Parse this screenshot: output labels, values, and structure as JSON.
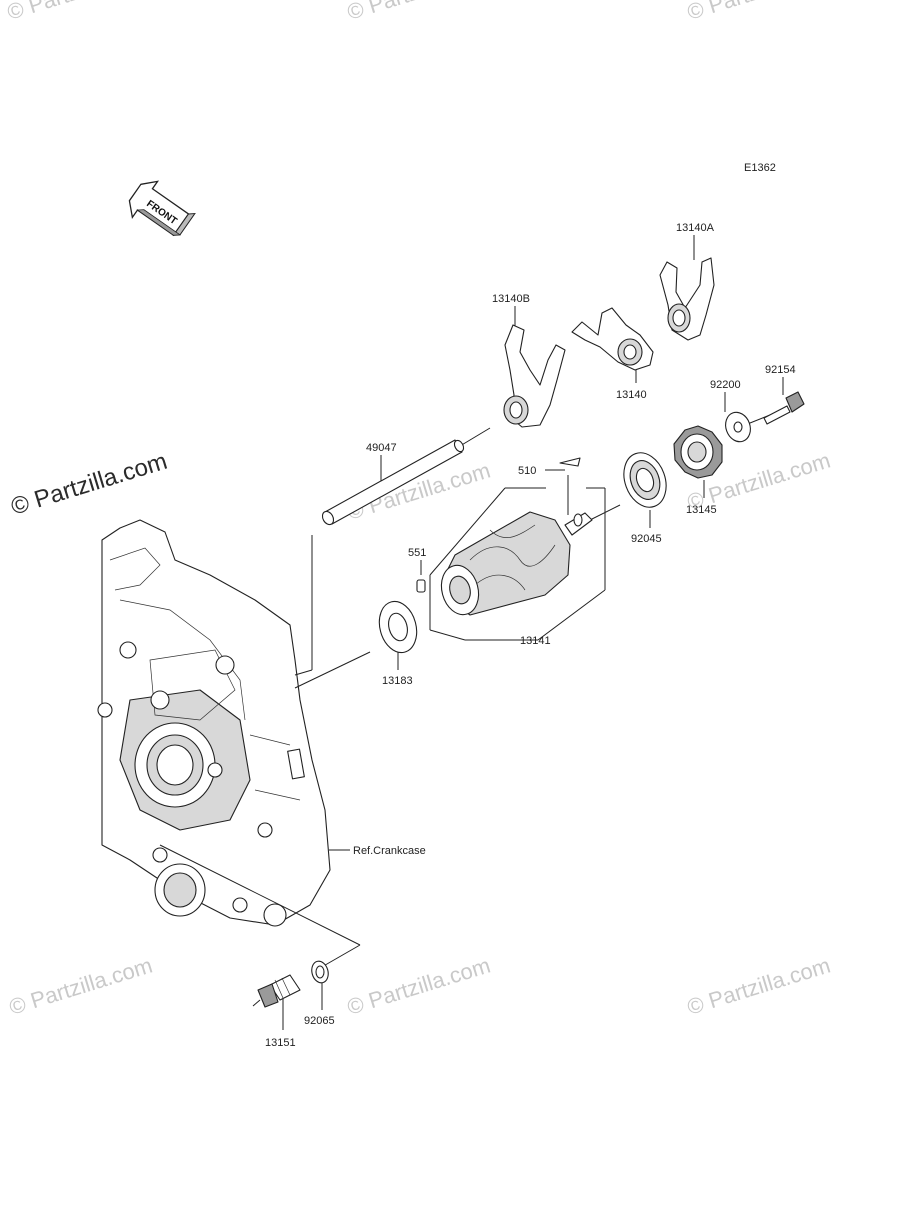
{
  "diagram_code": "E1362",
  "front_label": "FRONT",
  "watermark_text": "© Partzilla.com",
  "reference_label": "Ref.Crankcase",
  "parts": {
    "p13140A": "13140A",
    "p13140B": "13140B",
    "p13140": "13140",
    "p92154": "92154",
    "p92200": "92200",
    "p49047": "49047",
    "p510": "510",
    "p13145": "13145",
    "p551": "551",
    "p92045": "92045",
    "p13141": "13141",
    "p13183": "13183",
    "p92065": "92065",
    "p13151": "13151"
  }
}
